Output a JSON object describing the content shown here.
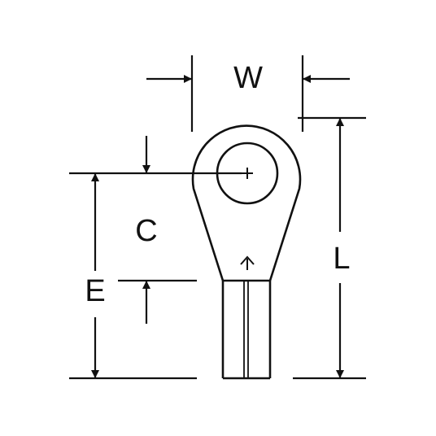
{
  "labels": {
    "width": "W",
    "length": "L",
    "center": "C",
    "edge": "E"
  },
  "colors": {
    "line": "#111111",
    "background": "#ffffff"
  }
}
